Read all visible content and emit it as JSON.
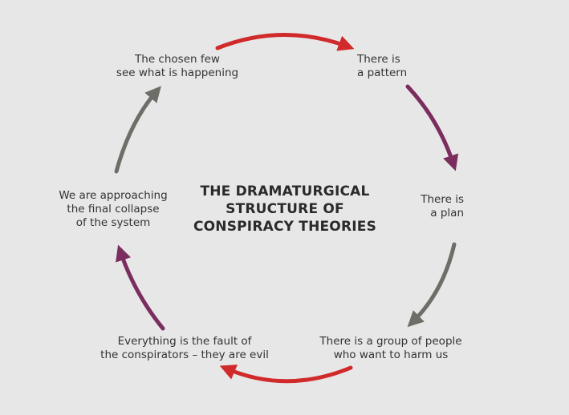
{
  "title_lines": [
    "THE DRAMATURGICAL",
    "STRUCTURE OF",
    "CONSPIRACY THEORIES"
  ],
  "stages": [
    {
      "lines": [
        "There is",
        "a pattern"
      ]
    },
    {
      "lines": [
        "There is",
        "a plan"
      ]
    },
    {
      "lines": [
        "There is a group of people",
        "who want to harm us"
      ]
    },
    {
      "lines": [
        "Everything is the fault of",
        "the conspirators – they are evil"
      ]
    },
    {
      "lines": [
        "We are approaching",
        "the final collapse",
        "of the system"
      ]
    },
    {
      "lines": [
        "The chosen few",
        "see what is happening"
      ]
    }
  ],
  "colors": {
    "background": "#e7e7e8",
    "red": "#d12a2a",
    "purple": "#7a2d5e",
    "gray": "#6d6e68",
    "text": "#333333"
  },
  "arrows": [
    {
      "from": "The chosen few",
      "to": "There is a pattern",
      "color": "red"
    },
    {
      "from": "There is a pattern",
      "to": "There is a plan",
      "color": "purple"
    },
    {
      "from": "There is a plan",
      "to": "There is a group of people",
      "color": "gray"
    },
    {
      "from": "There is a group of people",
      "to": "Everything is the fault of",
      "color": "red"
    },
    {
      "from": "Everything is the fault of",
      "to": "We are approaching",
      "color": "purple"
    },
    {
      "from": "We are approaching",
      "to": "The chosen few",
      "color": "gray"
    }
  ]
}
